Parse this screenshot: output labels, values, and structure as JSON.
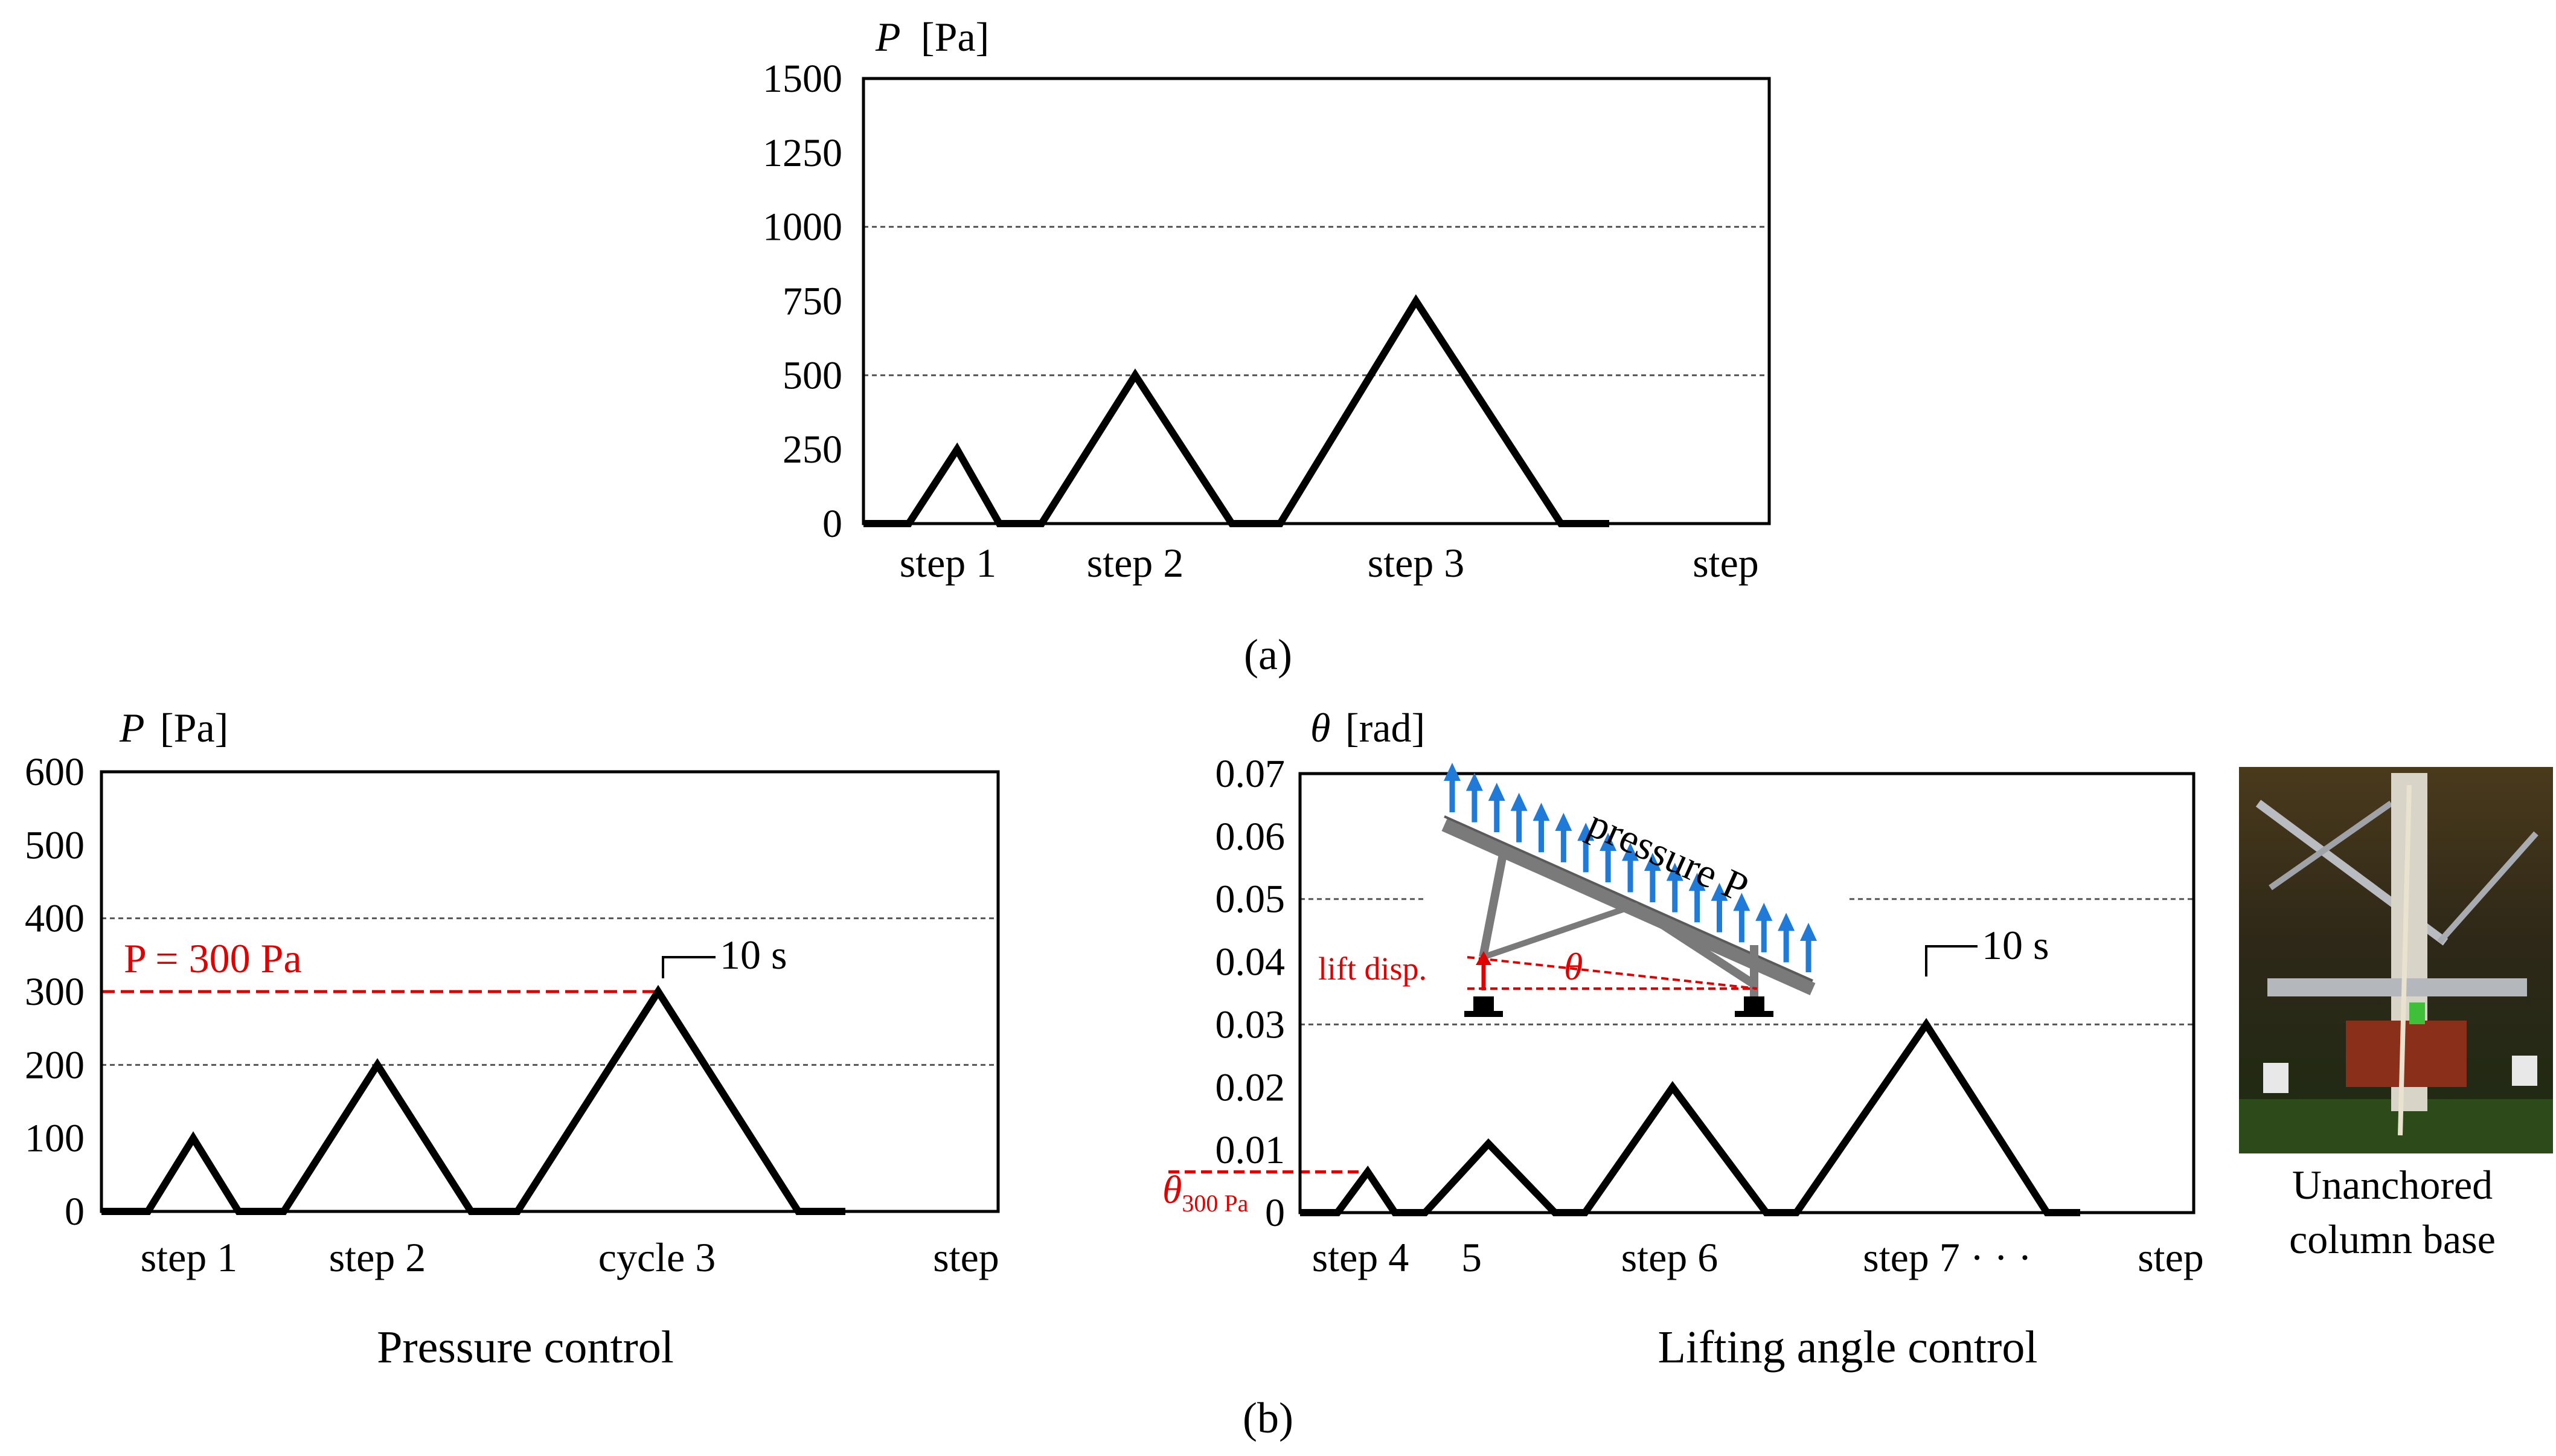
{
  "figure": {
    "label_a": "(a)",
    "label_b": "(b)",
    "caption_pressure": "Pressure control",
    "caption_angle": "Lifting angle control",
    "photo_caption_line1": "Unanchored",
    "photo_caption_line2": "column base"
  },
  "chart_data": [
    {
      "id": "a",
      "type": "line",
      "ylabel_symbol": "P",
      "ylabel_unit": "[Pa]",
      "xlabel": "step",
      "yticks": [
        "0",
        "250",
        "500",
        "750",
        "1000",
        "1250",
        "1500"
      ],
      "ylim": [
        0,
        1500
      ],
      "gridlines": [
        500,
        1000
      ],
      "categories": [
        "step 1",
        "step 2",
        "step 3"
      ],
      "series": [
        {
          "values": [
            0,
            0,
            250,
            0,
            0,
            500,
            0,
            0,
            750,
            0,
            0
          ]
        }
      ]
    },
    {
      "id": "b-pressure",
      "type": "line",
      "ylabel_symbol": "P",
      "ylabel_unit": "[Pa]",
      "xlabel": "step",
      "yticks": [
        "0",
        "100",
        "200",
        "300",
        "400",
        "500",
        "600"
      ],
      "ylim": [
        0,
        600
      ],
      "gridlines": [
        200,
        400
      ],
      "categories": [
        "step 1",
        "step 2",
        "cycle 3"
      ],
      "series": [
        {
          "values": [
            0,
            0,
            100,
            0,
            0,
            200,
            0,
            0,
            300,
            0,
            0
          ]
        }
      ],
      "annotations": {
        "threshold_label": "P = 300 Pa",
        "threshold_value": 300,
        "hold_label": "10 s"
      }
    },
    {
      "id": "b-angle",
      "type": "line",
      "ylabel_symbol": "θ",
      "ylabel_unit": "[rad]",
      "xlabel": "step",
      "yticks": [
        "0",
        "0.01",
        "0.02",
        "0.03",
        "0.04",
        "0.05",
        "0.06",
        "0.07"
      ],
      "ylim": [
        0,
        0.07
      ],
      "gridlines": [
        0.03,
        0.05
      ],
      "categories": [
        "step 4",
        "5",
        "step 6",
        "step 7 · · ·"
      ],
      "series": [
        {
          "values": [
            0,
            0,
            0.0065,
            0,
            0,
            0.011,
            0,
            0,
            0.02,
            0,
            0,
            0.03,
            0,
            0
          ]
        }
      ],
      "annotations": {
        "threshold_symbol": "θ",
        "threshold_subscript": "300 Pa",
        "threshold_value": 0.0065,
        "hold_label": "10 s",
        "inset_pressure_label": "pressure P",
        "inset_lift_label": "lift disp.",
        "inset_angle_symbol": "θ"
      }
    }
  ]
}
